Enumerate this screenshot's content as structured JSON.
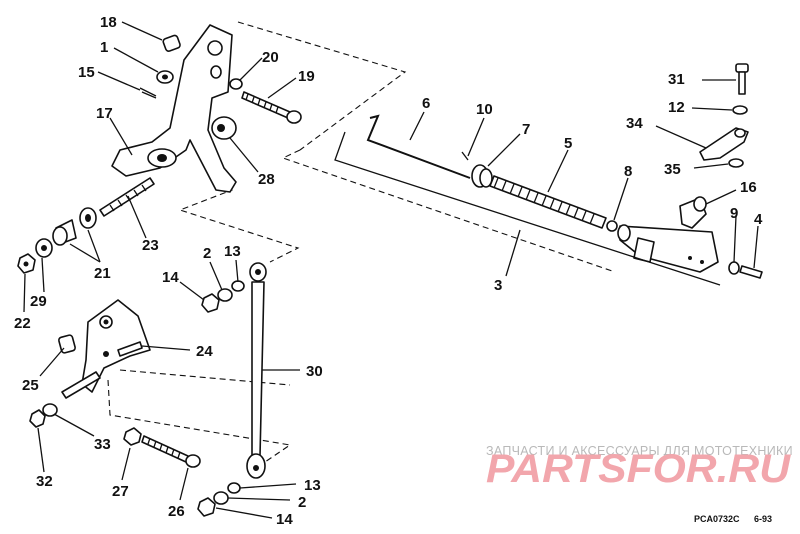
{
  "callouts": {
    "c18": "18",
    "c1": "1",
    "c15": "15",
    "c17": "17",
    "c20": "20",
    "c19": "19",
    "c28": "28",
    "c23": "23",
    "c21": "21",
    "c29": "29",
    "c22": "22",
    "c2a": "2",
    "c13a": "13",
    "c14a": "14",
    "c24": "24",
    "c25": "25",
    "c33": "33",
    "c32": "32",
    "c27": "27",
    "c26": "26",
    "c30": "30",
    "c13b": "13",
    "c2b": "2",
    "c14b": "14",
    "c6": "6",
    "c10": "10",
    "c7": "7",
    "c5": "5",
    "c3": "3",
    "c8": "8",
    "c16": "16",
    "c9": "9",
    "c4": "4",
    "c31": "31",
    "c12": "12",
    "c34": "34",
    "c35": "35"
  },
  "watermark": {
    "tagline": "ЗАПЧАСТИ И АКСЕССУАРЫ ДЛЯ МОТОТЕХНИКИ",
    "logo": "PARTSFOR.RU"
  },
  "drawing_code": "PCA0732C",
  "drawing_date": "6-93"
}
